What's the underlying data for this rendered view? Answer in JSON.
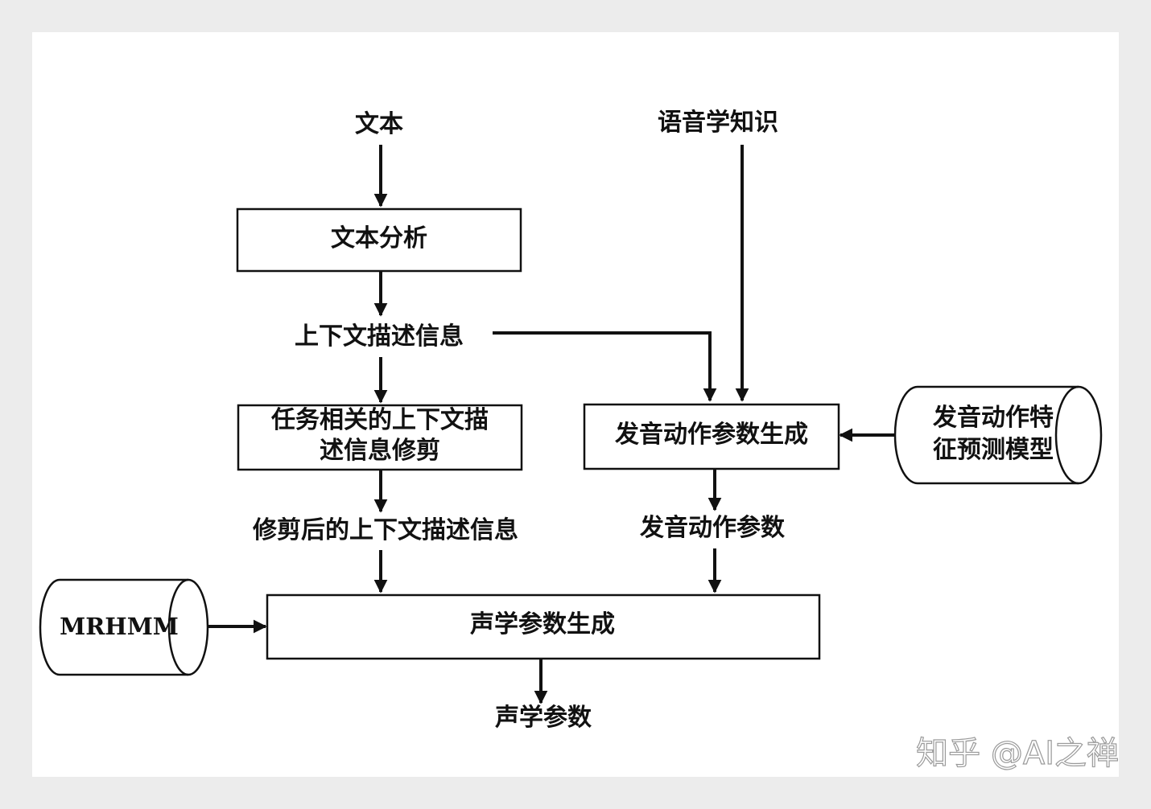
{
  "diagram": {
    "nodes": {
      "text_input": "文本",
      "phonetic_knowledge": "语音学知识",
      "text_analysis": "文本分析",
      "context_info": "上下文描述信息",
      "task_pruning_line1": "任务相关的上下文描",
      "task_pruning_line2": "述信息修剪",
      "articulatory_gen": "发音动作参数生成",
      "articulatory_model_line1": "发音动作特",
      "articulatory_model_line2": "征预测模型",
      "pruned_context": "修剪后的上下文描述信息",
      "articulatory_params": "发音动作参数",
      "mrhmm": "MRHMM",
      "acoustic_gen": "声学参数生成",
      "acoustic_params": "声学参数"
    }
  },
  "watermark": "知乎 @AI之禅"
}
